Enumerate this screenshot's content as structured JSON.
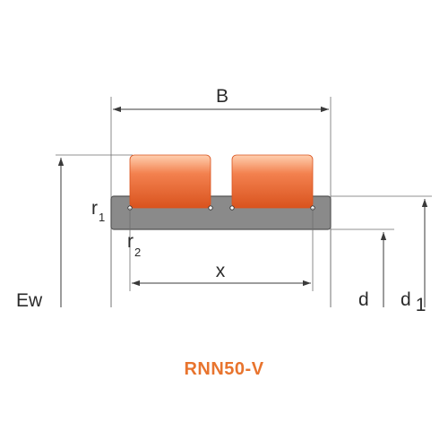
{
  "labels": {
    "B": "B",
    "Ew": "Ew",
    "r1": "r",
    "r1_sub": "1",
    "r2": "r",
    "r2_sub": "2",
    "x": "x",
    "d": "d",
    "d1": "d",
    "d1_sub": "1"
  },
  "part_number": "RNN50-V",
  "colors": {
    "roller_light": "#ffd0b0",
    "roller_mid": "#f3814f",
    "roller_dark": "#d9531e",
    "outer_ring": "#8a8a8a",
    "outer_ring_border": "#555555",
    "line": "#3a3a3a",
    "accent_text": "#e8742e"
  }
}
